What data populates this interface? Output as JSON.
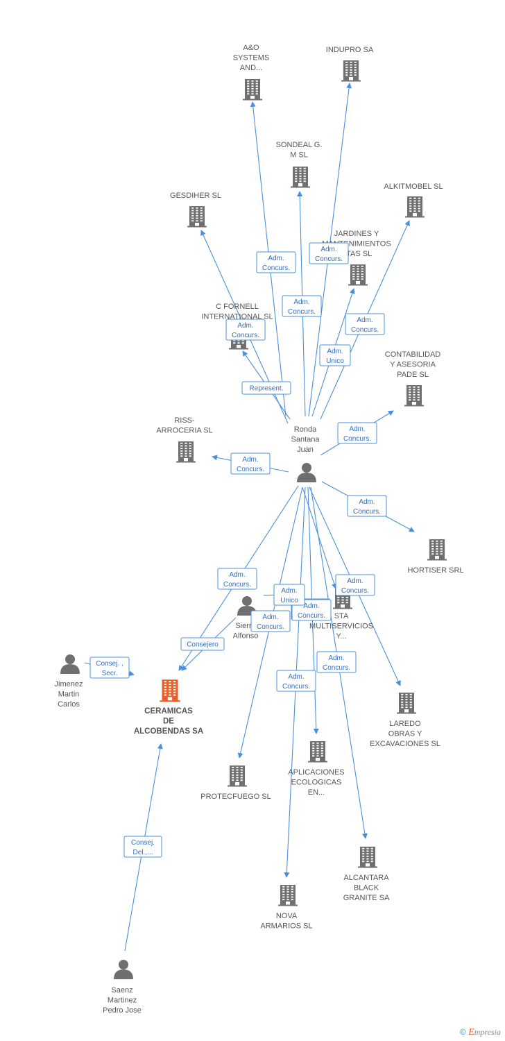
{
  "colors": {
    "edge": "#4a8fdb",
    "building": "#707070",
    "main": "#e8622a",
    "person": "#6f6f6f",
    "label": "#555555"
  },
  "footer": {
    "copyright": "©",
    "brand_initial": "E",
    "brand_rest": "mpresia"
  },
  "nodes": [
    {
      "id": "ronda",
      "type": "person",
      "label": [
        "Ronda",
        "Santana",
        "Juan"
      ]
    },
    {
      "id": "ceramicas",
      "type": "main",
      "label": [
        "CERAMICAS",
        "DE",
        "ALCOBENDAS SA"
      ]
    },
    {
      "id": "sierra",
      "type": "person",
      "label": [
        "Sierra",
        "Alfonso"
      ]
    },
    {
      "id": "jimenez",
      "type": "person",
      "label": [
        "Jimenez",
        "Martin",
        "Carlos"
      ]
    },
    {
      "id": "saenz",
      "type": "person",
      "label": [
        "Saenz",
        "Martinez",
        "Pedro Jose"
      ]
    },
    {
      "id": "ao",
      "type": "company",
      "label": [
        "A&O",
        "SYSTEMS",
        "AND..."
      ]
    },
    {
      "id": "indupro",
      "type": "company",
      "label": [
        "INDUPRO SA"
      ]
    },
    {
      "id": "sondeal",
      "type": "company",
      "label": [
        "SONDEAL G.",
        "M SL"
      ]
    },
    {
      "id": "gesdiher",
      "type": "company",
      "label": [
        "GESDIHER SL"
      ]
    },
    {
      "id": "alkitmobel",
      "type": "company",
      "label": [
        "ALKITMOBEL SL"
      ]
    },
    {
      "id": "jardines",
      "type": "company",
      "label": [
        "JARDINES Y",
        "MANTENIMIENTOS",
        "ETAS SL"
      ]
    },
    {
      "id": "cfornell",
      "type": "company",
      "label": [
        "C FORNELL",
        "INTERNATIONAL SL"
      ]
    },
    {
      "id": "contabilidad",
      "type": "company",
      "label": [
        "CONTABILIDAD",
        "Y ASESORIA",
        "PADE SL"
      ]
    },
    {
      "id": "riss",
      "type": "company",
      "label": [
        "RISS-",
        "ARROCERIA SL"
      ]
    },
    {
      "id": "hortiser",
      "type": "company",
      "label": [
        "HORTISER SRL"
      ]
    },
    {
      "id": "multiservicios",
      "type": "company",
      "label": [
        "STA",
        "MULTISERVICIOS",
        "Y..."
      ]
    },
    {
      "id": "laredo",
      "type": "company",
      "label": [
        "LAREDO",
        "OBRAS Y",
        "EXCAVACIONES SL"
      ]
    },
    {
      "id": "protecfuego",
      "type": "company",
      "label": [
        "PROTECFUEGO SL"
      ]
    },
    {
      "id": "aplicaciones",
      "type": "company",
      "label": [
        "APLICACIONES",
        "ECOLOGICAS",
        "EN..."
      ]
    },
    {
      "id": "alcantara",
      "type": "company",
      "label": [
        "ALCANTARA",
        "BLACK",
        "GRANITE SA"
      ]
    },
    {
      "id": "nova",
      "type": "company",
      "label": [
        "NOVA",
        "ARMARIOS SL"
      ]
    }
  ],
  "edges": [
    {
      "from": "ronda",
      "to": "ao",
      "label": [
        "Adm.",
        "Concurs."
      ]
    },
    {
      "from": "ronda",
      "to": "indupro",
      "label": [
        "Adm.",
        "Concurs."
      ]
    },
    {
      "from": "ronda",
      "to": "sondeal",
      "label": [
        "Adm.",
        "Concurs."
      ]
    },
    {
      "from": "ronda",
      "to": "gesdiher",
      "label": [
        "Adm.",
        "Concurs."
      ]
    },
    {
      "from": "ronda",
      "to": "alkitmobel",
      "label": [
        "Adm.",
        "Concurs."
      ]
    },
    {
      "from": "ronda",
      "to": "jardines",
      "label": [
        "Adm.",
        "Unico"
      ]
    },
    {
      "from": "ronda",
      "to": "cfornell",
      "label": [
        "Represent."
      ]
    },
    {
      "from": "ronda",
      "to": "contabilidad",
      "label": [
        "Adm.",
        "Concurs."
      ]
    },
    {
      "from": "ronda",
      "to": "riss",
      "label": [
        "Adm.",
        "Concurs."
      ]
    },
    {
      "from": "ronda",
      "to": "hortiser",
      "label": [
        "Adm.",
        "Concurs."
      ]
    },
    {
      "from": "ronda",
      "to": "ceramicas",
      "label": [
        "Adm.",
        "Concurs."
      ]
    },
    {
      "from": "ronda",
      "to": "multiservicios",
      "label": [
        "Adm.",
        "Concurs."
      ]
    },
    {
      "from": "ronda",
      "to": "laredo",
      "label": [
        "Adm.",
        "Concurs."
      ]
    },
    {
      "from": "ronda",
      "to": "protecfuego",
      "label": [
        "Adm.",
        "Concurs."
      ]
    },
    {
      "from": "ronda",
      "to": "aplicaciones",
      "label": [
        "Adm.",
        "Concurs."
      ]
    },
    {
      "from": "ronda",
      "to": "alcantara",
      "label": [
        "Adm.",
        "Concurs."
      ]
    },
    {
      "from": "ronda",
      "to": "nova",
      "label": [
        "Adm.",
        "Concurs."
      ]
    },
    {
      "from": "sierra",
      "to": "multiservicios",
      "label": [
        "Adm.",
        "Unico"
      ]
    },
    {
      "from": "sierra",
      "to": "ceramicas",
      "label": [
        "Consejero"
      ]
    },
    {
      "from": "jimenez",
      "to": "ceramicas",
      "label": [
        "Consej. ,",
        "Secr."
      ]
    },
    {
      "from": "saenz",
      "to": "ceramicas",
      "label": [
        "Consej.",
        "Del.,..."
      ]
    }
  ]
}
